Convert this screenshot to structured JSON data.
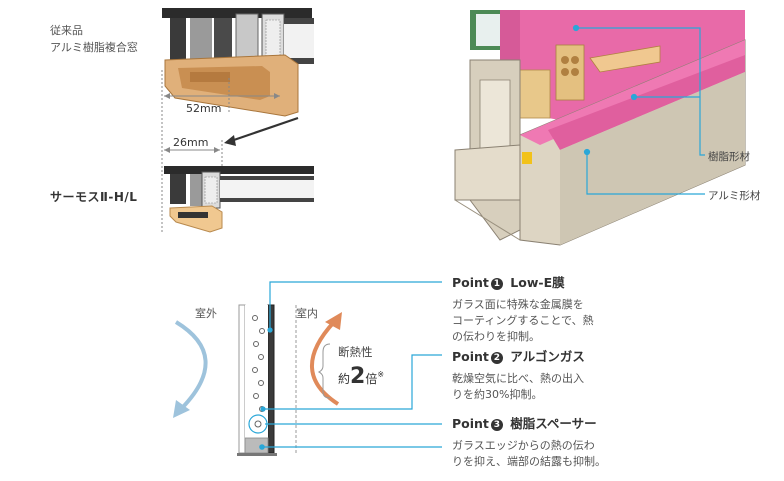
{
  "top_left": {
    "legacy_label_line1": "従来品",
    "legacy_label_line2": "アルミ樹脂複合窓",
    "dim_legacy": "52mm",
    "dim_new": "26mm",
    "product_name": "サーモスⅡ-H/L"
  },
  "top_right": {
    "callout_resin": "樹脂形材",
    "callout_aluminum": "アルミ形材"
  },
  "bottom": {
    "label_outside": "室外",
    "label_inside": "室内",
    "insulation_line1": "断熱性",
    "insulation_prefix": "約",
    "insulation_value": "2",
    "insulation_suffix": "倍",
    "insulation_mark": "※",
    "points": [
      {
        "prefix": "Point",
        "num": "1",
        "title": "Low-E膜",
        "desc1": "ガラス面に特殊な金属膜を",
        "desc2": "コーティングすることで、熱",
        "desc3": "の伝わりを抑制。"
      },
      {
        "prefix": "Point",
        "num": "2",
        "title": "アルゴンガス",
        "desc1": "乾燥空気に比べ、熱の出入",
        "desc2": "りを約30%抑制。",
        "desc3": ""
      },
      {
        "prefix": "Point",
        "num": "3",
        "title": "樹脂スペーサー",
        "desc1": "ガラスエッジからの熱の伝わ",
        "desc2": "りを抑え、端部の結露も抑制。",
        "desc3": ""
      }
    ]
  },
  "colors": {
    "accent_blue": "#2aa7d8",
    "arrow_blue": "#9ec3dc",
    "arrow_orange": "#e08a5a",
    "resin_pink": "#e86aa8",
    "wood": "#d9a56a"
  }
}
